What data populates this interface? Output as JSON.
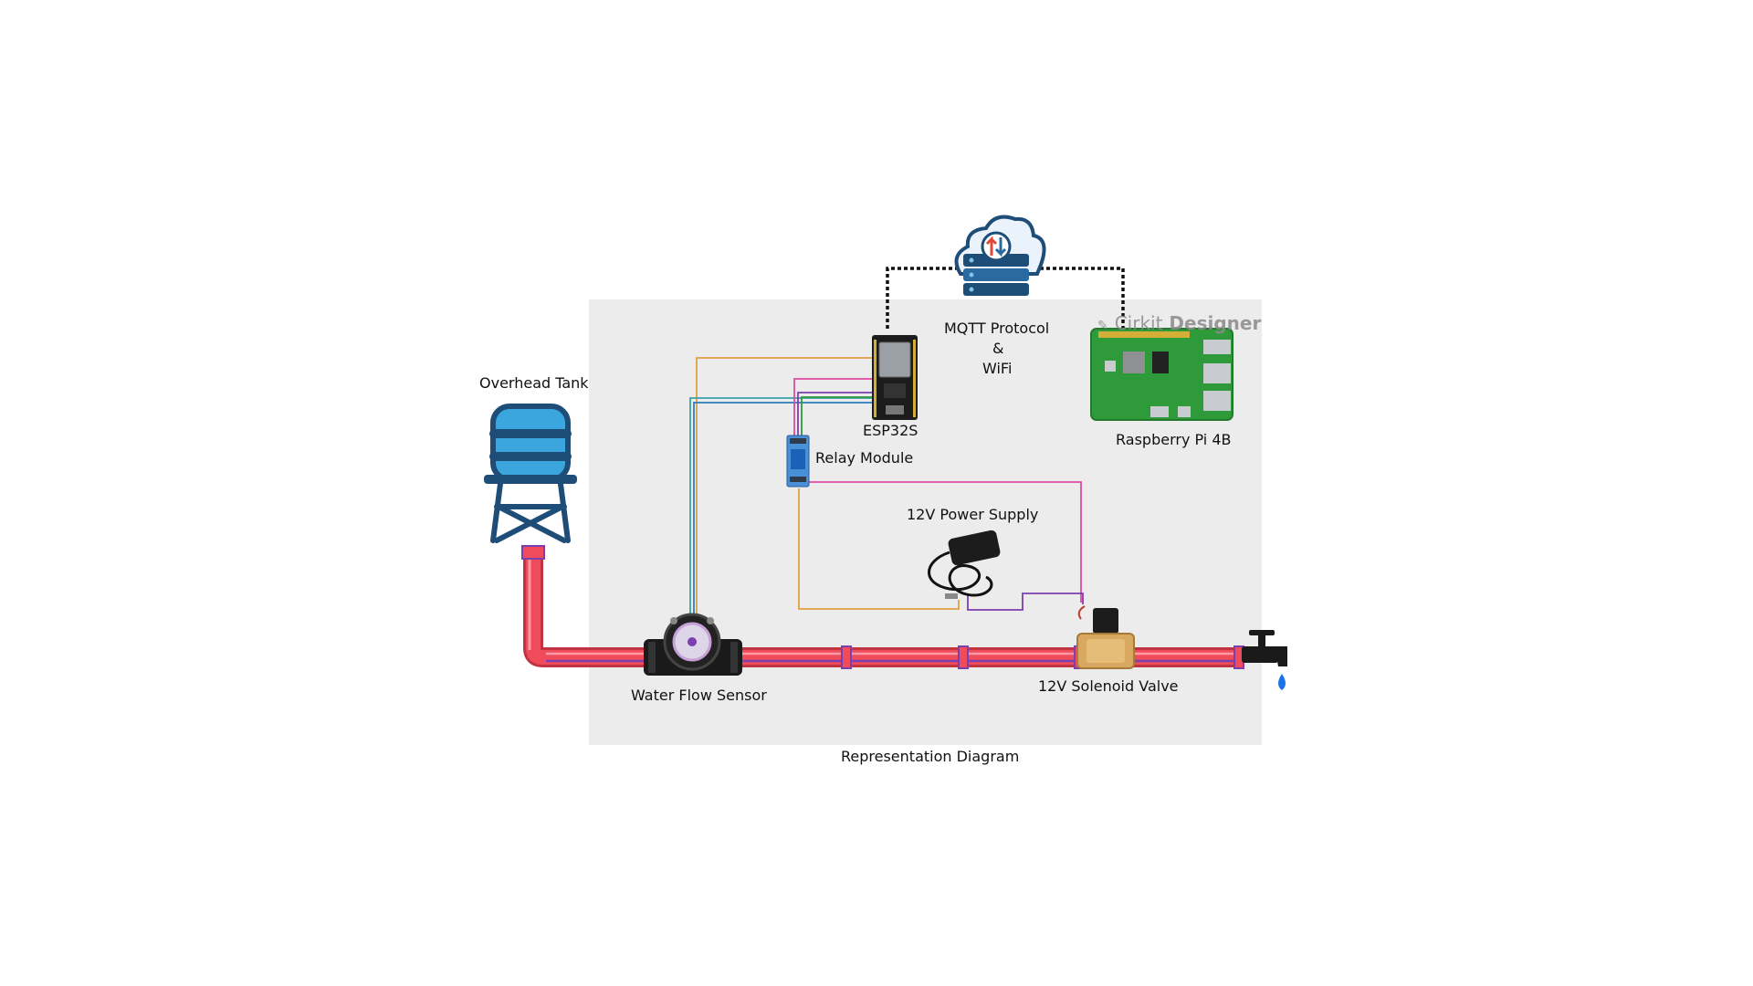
{
  "labels": {
    "overhead_tank": "Overhead Tank",
    "esp32": "ESP32S",
    "relay": "Relay Module",
    "mqtt_line1": "MQTT Protocol",
    "mqtt_line2": "&",
    "mqtt_line3": "WiFi",
    "raspberry": "Raspberry Pi 4B",
    "power_supply": "12V Power Supply",
    "flow_sensor": "Water Flow Sensor",
    "solenoid": "12V Solenoid Valve",
    "caption": "Representation Diagram"
  },
  "watermark": {
    "brand_light": "Cirkit",
    "brand_bold": "Designer"
  },
  "colors": {
    "panel_bg": "#ececec",
    "pipe": "#ef4b5a",
    "pipe_dark": "#c23241",
    "tank_blue": "#1e4d78",
    "water_blue": "#3aa6dd",
    "wire_orange": "#e0a040",
    "wire_pink": "#e04aa0",
    "wire_teal": "#3aa0a8",
    "wire_purple": "#7b3fb0",
    "board_green": "#2f9a3a"
  }
}
